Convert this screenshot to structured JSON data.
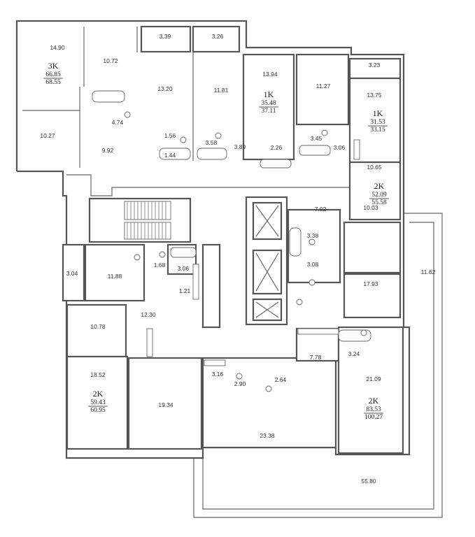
{
  "rooms": [
    {
      "id": "r1",
      "area": "14.90"
    },
    {
      "id": "r2",
      "area": "10.72"
    },
    {
      "id": "r3",
      "area": "3.39"
    },
    {
      "id": "r4",
      "area": "3.26"
    },
    {
      "id": "r5",
      "area": "13.94"
    },
    {
      "id": "r6",
      "area": "11.27"
    },
    {
      "id": "r7",
      "area": "3.23"
    },
    {
      "id": "r8",
      "area": "13.20"
    },
    {
      "id": "r9",
      "area": "11.81"
    },
    {
      "id": "r10",
      "area": "13.75"
    },
    {
      "id": "r11",
      "area": "4.74"
    },
    {
      "id": "r12",
      "area": "10.27"
    },
    {
      "id": "r13",
      "area": "9.92"
    },
    {
      "id": "r14",
      "area": "1.56"
    },
    {
      "id": "r15",
      "area": "1.44"
    },
    {
      "id": "r16",
      "area": "3.58"
    },
    {
      "id": "r17",
      "area": "3.89"
    },
    {
      "id": "r18",
      "area": "2.26"
    },
    {
      "id": "r19",
      "area": "3.45"
    },
    {
      "id": "r20",
      "area": "3.06"
    },
    {
      "id": "r21",
      "area": "10.65"
    },
    {
      "id": "r22",
      "area": "7.02"
    },
    {
      "id": "r23",
      "area": "3.38"
    },
    {
      "id": "r24",
      "area": "10.03"
    },
    {
      "id": "r25",
      "area": "3.04"
    },
    {
      "id": "r26",
      "area": "11.88"
    },
    {
      "id": "r27",
      "area": "1.68"
    },
    {
      "id": "r28",
      "area": "3.06"
    },
    {
      "id": "r29",
      "area": "3.08"
    },
    {
      "id": "r30",
      "area": "11.62"
    },
    {
      "id": "r31",
      "area": "1.21"
    },
    {
      "id": "r32",
      "area": "17.93"
    },
    {
      "id": "r33",
      "area": "12.30"
    },
    {
      "id": "r34",
      "area": "10.78"
    },
    {
      "id": "r35",
      "area": "7.78"
    },
    {
      "id": "r36",
      "area": "3.24"
    },
    {
      "id": "r37",
      "area": "18.52"
    },
    {
      "id": "r38",
      "area": "3.16"
    },
    {
      "id": "r39",
      "area": "2.90"
    },
    {
      "id": "r40",
      "area": "2.64"
    },
    {
      "id": "r41",
      "area": "21.09"
    },
    {
      "id": "r42",
      "area": "19.34"
    },
    {
      "id": "r43",
      "area": "23.38"
    },
    {
      "id": "r44",
      "area": "55.80"
    }
  ],
  "apartments": [
    {
      "id": "a1",
      "type": "3K",
      "living": "66.85",
      "total": "68.55"
    },
    {
      "id": "a2",
      "type": "1K",
      "living": "35.48",
      "total": "37.11"
    },
    {
      "id": "a3",
      "type": "1K",
      "living": "31.53",
      "total": "33.15"
    },
    {
      "id": "a4",
      "type": "2K",
      "living": "52.09",
      "total": "55.58"
    },
    {
      "id": "a5",
      "type": "2K",
      "living": "59.43",
      "total": "60.95"
    },
    {
      "id": "a6",
      "type": "2K",
      "living": "83.53",
      "total": "100.27"
    }
  ]
}
